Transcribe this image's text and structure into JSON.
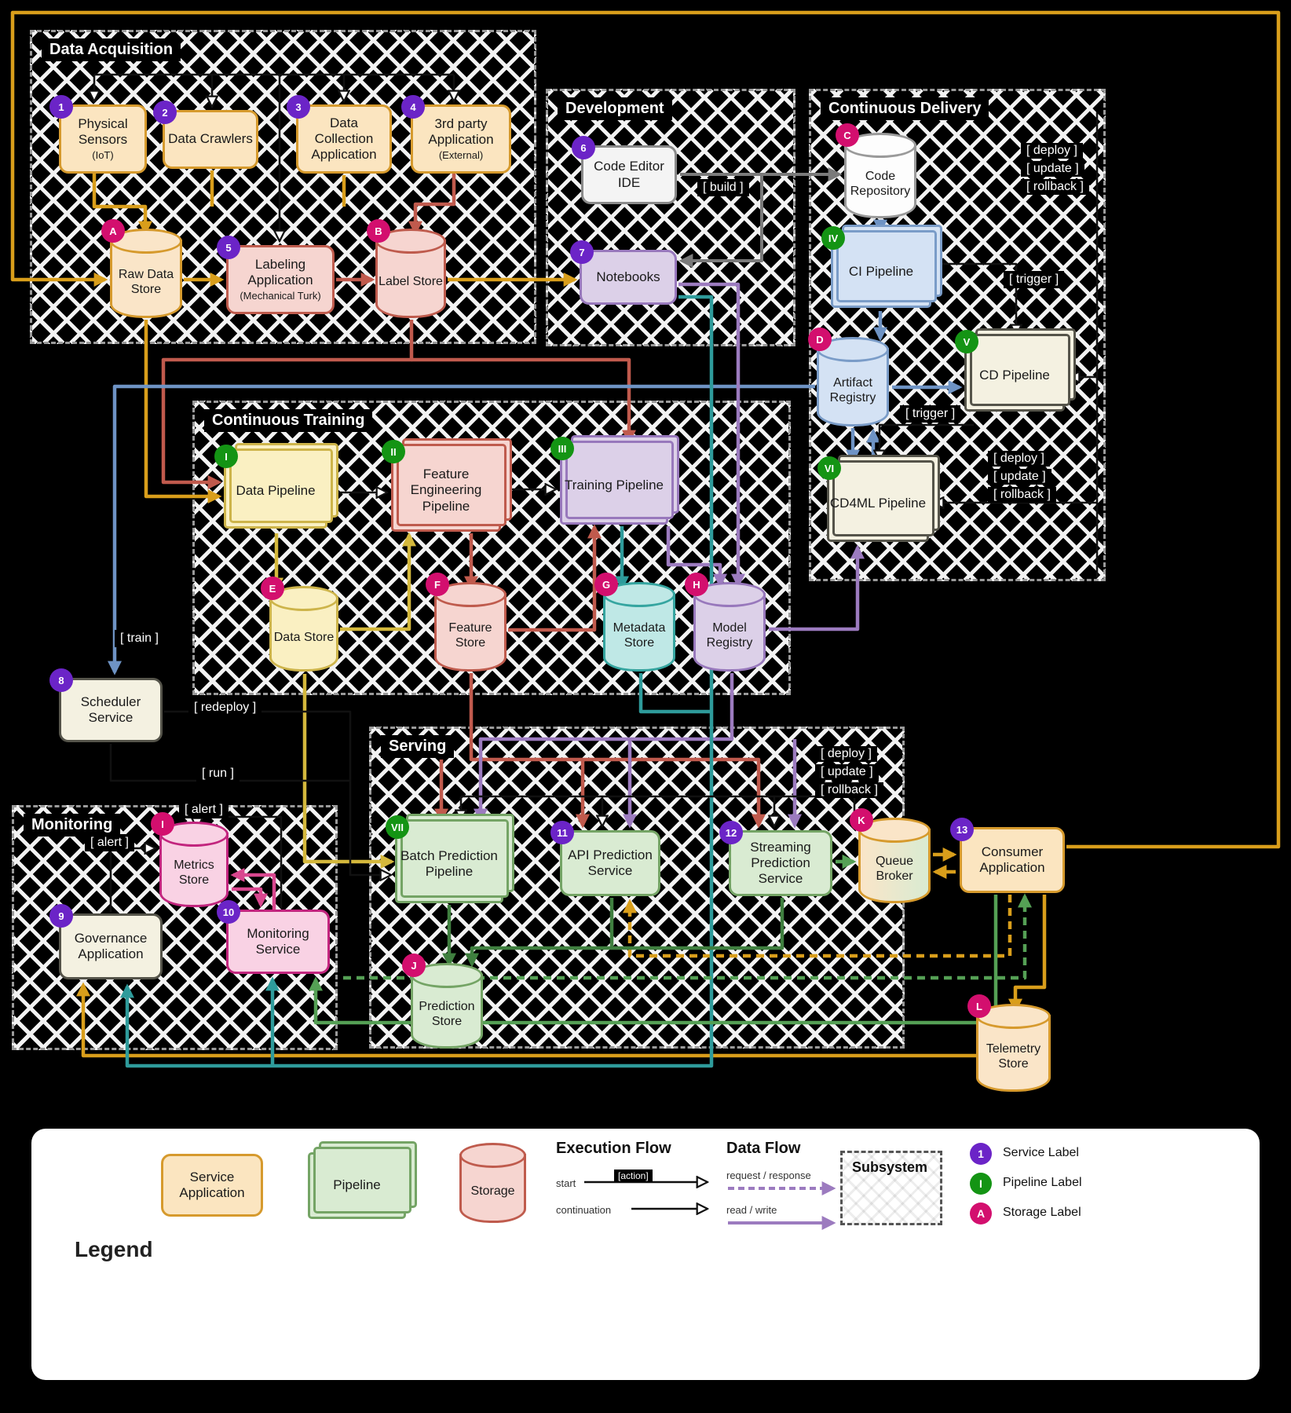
{
  "subsystems": {
    "data_acquisition": "Data Acquisition",
    "development": "Development",
    "continuous_delivery": "Continuous Delivery",
    "continuous_training": "Continuous Training",
    "serving": "Serving",
    "monitoring": "Monitoring"
  },
  "nodes": {
    "physical_sensors": {
      "badge": "1",
      "label": "Physical Sensors",
      "sub": "(IoT)"
    },
    "data_crawlers": {
      "badge": "2",
      "label": "Data Crawlers"
    },
    "data_collection": {
      "badge": "3",
      "label": "Data Collection Application"
    },
    "third_party": {
      "badge": "4",
      "label": "3rd party Application",
      "sub": "(External)"
    },
    "labeling_app": {
      "badge": "5",
      "label": "Labeling Application",
      "sub": "(Mechanical Turk)"
    },
    "code_editor": {
      "badge": "6",
      "label": "Code Editor IDE"
    },
    "notebooks": {
      "badge": "7",
      "label": "Notebooks"
    },
    "scheduler": {
      "badge": "8",
      "label": "Scheduler Service"
    },
    "governance": {
      "badge": "9",
      "label": "Governance Application"
    },
    "monitoring_service": {
      "badge": "10",
      "label": "Monitoring Service"
    },
    "api_prediction": {
      "badge": "11",
      "label": "API Prediction Service"
    },
    "streaming_prediction": {
      "badge": "12",
      "label": "Streaming Prediction Service"
    },
    "consumer_app": {
      "badge": "13",
      "label": "Consumer Application"
    },
    "raw_data_store": {
      "badge": "A",
      "label": "Raw Data Store"
    },
    "label_store": {
      "badge": "B",
      "label": "Label Store"
    },
    "code_repository": {
      "badge": "C",
      "label": "Code Repository"
    },
    "artifact_registry": {
      "badge": "D",
      "label": "Artifact Registry"
    },
    "data_store": {
      "badge": "E",
      "label": "Data Store"
    },
    "feature_store": {
      "badge": "F",
      "label": "Feature Store"
    },
    "metadata_store": {
      "badge": "G",
      "label": "Metadata Store"
    },
    "model_registry": {
      "badge": "H",
      "label": "Model Registry"
    },
    "metrics_store": {
      "badge": "I",
      "label": "Metrics Store"
    },
    "prediction_store": {
      "badge": "J",
      "label": "Prediction Store"
    },
    "queue_broker": {
      "badge": "K",
      "label": "Queue Broker"
    },
    "telemetry_store": {
      "badge": "L",
      "label": "Telemetry Store"
    },
    "ci_pipeline": {
      "badge": "IV",
      "label": "CI Pipeline"
    },
    "cd_pipeline": {
      "badge": "V",
      "label": "CD Pipeline"
    },
    "cd4ml_pipeline": {
      "badge": "VI",
      "label": "CD4ML Pipeline"
    },
    "data_pipeline": {
      "badge": "I",
      "label": "Data Pipeline"
    },
    "feature_eng_pipeline": {
      "badge": "II",
      "label": "Feature Engineering Pipeline"
    },
    "training_pipeline": {
      "badge": "III",
      "label": "Training Pipeline"
    },
    "batch_prediction_pipeline": {
      "badge": "VII",
      "label": "Batch Prediction Pipeline"
    }
  },
  "labels": {
    "build": "[ build ]",
    "trigger": "[ trigger ]",
    "train": "[ train ]",
    "redeploy": "[ redeploy ]",
    "run": "[ run ]",
    "alert": "[ alert ]",
    "deploy": "[ deploy ]",
    "update": "[ update ]",
    "rollback": "[ rollback ]",
    "action": "[action]"
  },
  "legend": {
    "title": "Legend",
    "service": "Service Application",
    "pipeline": "Pipeline",
    "storage": "Storage",
    "exec_title": "Execution Flow",
    "start": "start",
    "continuation": "continuation",
    "data_title": "Data Flow",
    "request": "request / response",
    "readwrite": "read / write",
    "subsystem": "Subsystem",
    "service_badge": "1",
    "service_label": "Service Label",
    "pipeline_badge": "I",
    "pipeline_label": "Pipeline Label",
    "storage_badge": "A",
    "storage_label": "Storage Label"
  },
  "colors": {
    "gold": "#D99E1B",
    "yellow": "#D4B83C",
    "red": "#C05A4D",
    "blue": "#6E93C4",
    "purple": "#9C7BBF",
    "teal": "#2E9B9B",
    "green": "#55A055",
    "dark_green": "#3F7F3F",
    "pink": "#D9478F",
    "gray": "#7A7A7A",
    "service_badge": "#6B24C7",
    "pipeline_badge": "#149414",
    "storage_badge": "#D30F6E"
  }
}
